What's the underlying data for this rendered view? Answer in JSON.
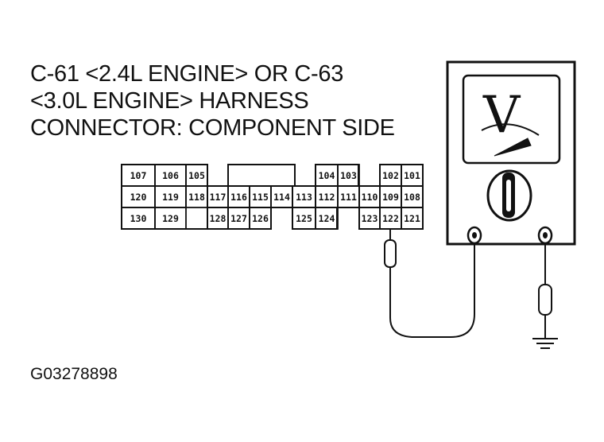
{
  "title": {
    "line1": "C-61 <2.4L ENGINE> OR C-63",
    "line2": "<3.0L ENGINE> HARNESS",
    "line3": "CONNECTOR: COMPONENT SIDE"
  },
  "figure_id": "G03278898",
  "connector": {
    "row1": [
      "107",
      "106",
      "105",
      "",
      "",
      "",
      "",
      "",
      "",
      "104",
      "103",
      "",
      "102",
      "101"
    ],
    "row2": [
      "120",
      "119",
      "118",
      "117",
      "116",
      "115",
      "114",
      "113",
      "112",
      "111",
      "110",
      "109",
      "108"
    ],
    "row3": [
      "130",
      "129",
      "",
      "128",
      "127",
      "126",
      "",
      "125",
      "124",
      "",
      "123",
      "122",
      "121"
    ]
  },
  "meter": {
    "dial_letter": "V"
  },
  "colors": {
    "line": "#111111",
    "background": "#ffffff"
  }
}
